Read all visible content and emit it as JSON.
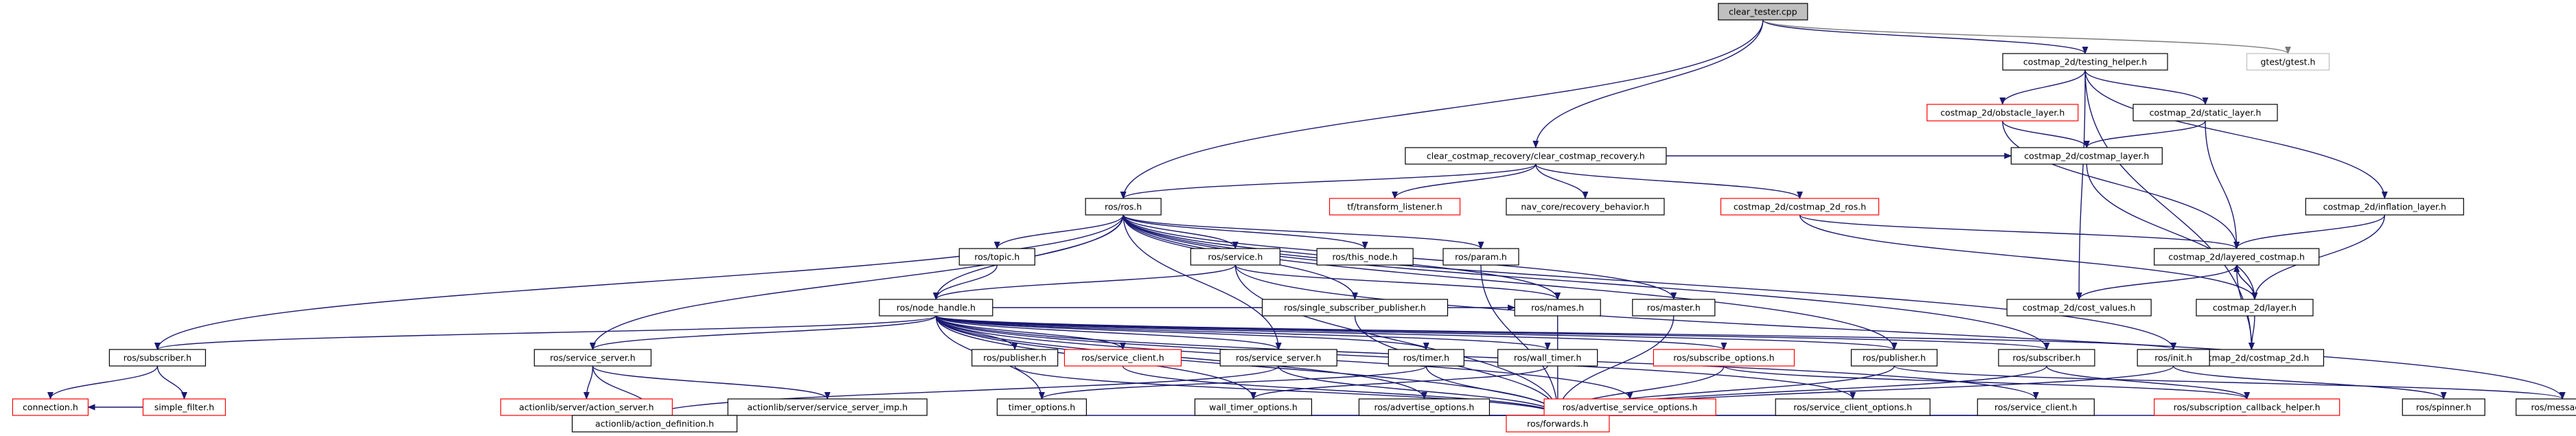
{
  "nodes": [
    {
      "id": "clear_tester_cpp",
      "label": "clear_tester.cpp",
      "kind": "root"
    },
    {
      "id": "costmap_2d_testing_helper",
      "label": "costmap_2d/testing_helper.h",
      "kind": "normal"
    },
    {
      "id": "gtest",
      "label": "gtest/gtest.h",
      "kind": "gray"
    },
    {
      "id": "clear_costmap_recovery",
      "label": "clear_costmap_recovery/clear_costmap_recovery.h",
      "kind": "normal"
    },
    {
      "id": "ros_ros",
      "label": "ros/ros.h",
      "kind": "normal"
    },
    {
      "id": "tf_transform_listener",
      "label": "tf/transform_listener.h",
      "kind": "red"
    },
    {
      "id": "nav_core_recovery_behavior",
      "label": "nav_core/recovery_behavior.h",
      "kind": "normal"
    },
    {
      "id": "costmap_2d_costmap_2d_ros",
      "label": "costmap_2d/costmap_2d_ros.h",
      "kind": "red"
    },
    {
      "id": "costmap_2d_obstacle_layer",
      "label": "costmap_2d/obstacle_layer.h",
      "kind": "red"
    },
    {
      "id": "costmap_2d_static_layer",
      "label": "costmap_2d/static_layer.h",
      "kind": "normal"
    },
    {
      "id": "costmap_2d_costmap_layer",
      "label": "costmap_2d/costmap_layer.h",
      "kind": "normal"
    },
    {
      "id": "costmap_2d_inflation_layer",
      "label": "costmap_2d/inflation_layer.h",
      "kind": "normal"
    },
    {
      "id": "costmap_2d_layered_costmap",
      "label": "costmap_2d/layered_costmap.h",
      "kind": "normal"
    },
    {
      "id": "costmap_2d_cost_values",
      "label": "costmap_2d/cost_values.h",
      "kind": "normal"
    },
    {
      "id": "costmap_2d_layer",
      "label": "costmap_2d/layer.h",
      "kind": "normal"
    },
    {
      "id": "costmap_2d_costmap_2d",
      "label": "costmap_2d/costmap_2d.h",
      "kind": "normal"
    },
    {
      "id": "ros_topic",
      "label": "ros/topic.h",
      "kind": "normal"
    },
    {
      "id": "ros_service",
      "label": "ros/service.h",
      "kind": "normal"
    },
    {
      "id": "ros_this_node",
      "label": "ros/this_node.h",
      "kind": "normal"
    },
    {
      "id": "ros_param",
      "label": "ros/param.h",
      "kind": "normal"
    },
    {
      "id": "ros_node_handle",
      "label": "ros/node_handle.h",
      "kind": "normal"
    },
    {
      "id": "ros_single_subscriber_publisher",
      "label": "ros/single_subscriber_publisher.h",
      "kind": "normal"
    },
    {
      "id": "ros_names",
      "label": "ros/names.h",
      "kind": "normal"
    },
    {
      "id": "ros_master",
      "label": "ros/master.h",
      "kind": "normal"
    },
    {
      "id": "ros_subscriber_left",
      "label": "ros/subscriber.h",
      "kind": "normal"
    },
    {
      "id": "ros_service_server_left",
      "label": "ros/service_server.h",
      "kind": "normal"
    },
    {
      "id": "ros_publisher_left",
      "label": "ros/publisher.h",
      "kind": "normal"
    },
    {
      "id": "ros_service_client",
      "label": "ros/service_client.h",
      "kind": "red"
    },
    {
      "id": "ros_service_server_mid",
      "label": "ros/service_server.h",
      "kind": "normal"
    },
    {
      "id": "ros_timer",
      "label": "ros/timer.h",
      "kind": "normal"
    },
    {
      "id": "ros_wall_timer",
      "label": "ros/wall_timer.h",
      "kind": "normal"
    },
    {
      "id": "ros_subscribe_options",
      "label": "ros/subscribe_options.h",
      "kind": "red"
    },
    {
      "id": "ros_publisher_right",
      "label": "ros/publisher.h",
      "kind": "normal"
    },
    {
      "id": "ros_subscriber_right",
      "label": "ros/subscriber.h",
      "kind": "normal"
    },
    {
      "id": "ros_init",
      "label": "ros/init.h",
      "kind": "normal"
    },
    {
      "id": "simple_filter",
      "label": "simple_filter.h",
      "kind": "red"
    },
    {
      "id": "connection",
      "label": "connection.h",
      "kind": "red"
    },
    {
      "id": "actionlib_action_server",
      "label": "actionlib/server/action_server.h",
      "kind": "red"
    },
    {
      "id": "actionlib_service_server_imp",
      "label": "actionlib/server/service_server_imp.h",
      "kind": "normal"
    },
    {
      "id": "actionlib_action_definition",
      "label": "actionlib/action_definition.h",
      "kind": "normal"
    },
    {
      "id": "timer_options",
      "label": "timer_options.h",
      "kind": "normal"
    },
    {
      "id": "wall_timer_options",
      "label": "wall_timer_options.h",
      "kind": "normal"
    },
    {
      "id": "ros_advertise_options",
      "label": "ros/advertise_options.h",
      "kind": "normal"
    },
    {
      "id": "ros_advertise_service_options",
      "label": "ros/advertise_service_options.h",
      "kind": "red"
    },
    {
      "id": "ros_service_client_options",
      "label": "ros/service_client_options.h",
      "kind": "normal"
    },
    {
      "id": "ros_service_client_h",
      "label": "ros/service_client.h",
      "kind": "normal"
    },
    {
      "id": "ros_subscription_callback_helper",
      "label": "ros/subscription_callback_helper.h",
      "kind": "red"
    },
    {
      "id": "ros_spinner",
      "label": "ros/spinner.h",
      "kind": "normal"
    },
    {
      "id": "ros_message",
      "label": "ros/message.h",
      "kind": "normal"
    },
    {
      "id": "ros_forwards",
      "label": "ros/forwards.h",
      "kind": "red"
    }
  ]
}
